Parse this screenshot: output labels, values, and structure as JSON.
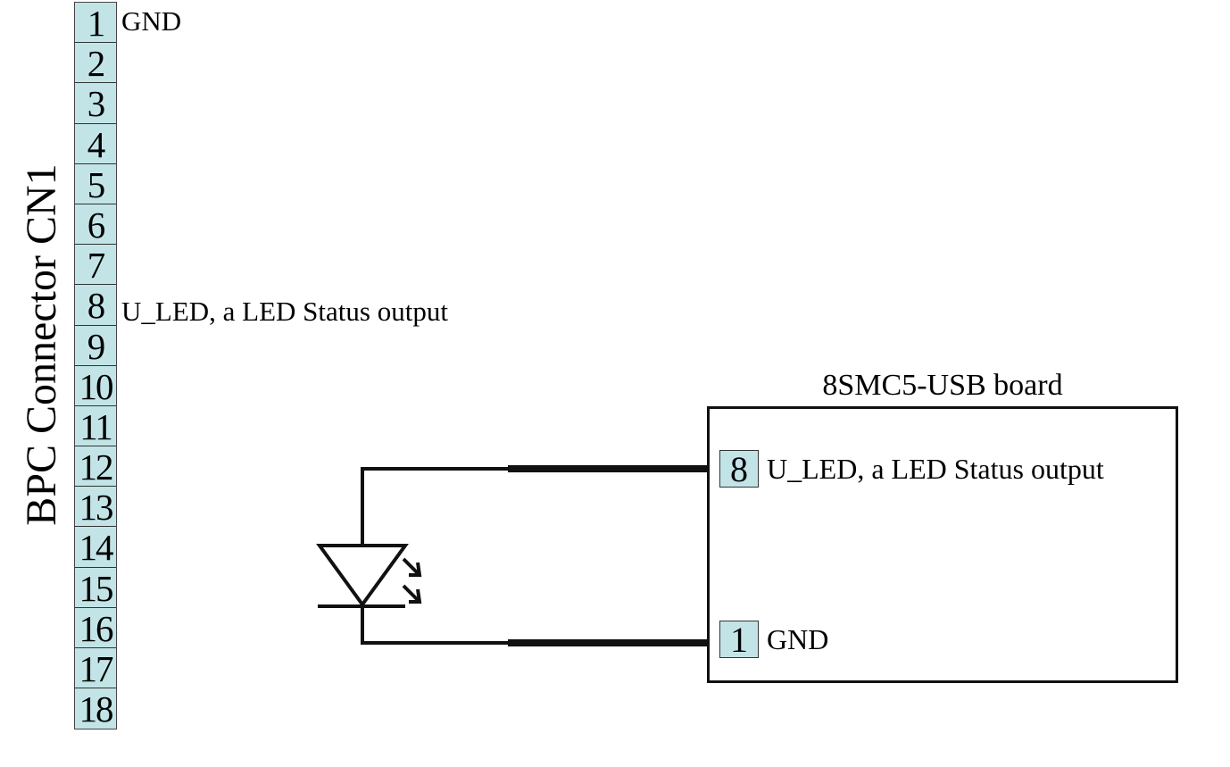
{
  "connector": {
    "title": "BPC Connector CN1",
    "pins": [
      "1",
      "2",
      "3",
      "4",
      "5",
      "6",
      "7",
      "8",
      "9",
      "10",
      "11",
      "12",
      "13",
      "14",
      "15",
      "16",
      "17",
      "18"
    ],
    "labels": {
      "pin1": "GND",
      "pin8": "U_LED, a LED Status output"
    }
  },
  "board": {
    "title": "8SMC5-USB board",
    "pins": [
      {
        "number": "8",
        "label": "U_LED, a LED Status output"
      },
      {
        "number": "1",
        "label": "GND"
      }
    ]
  },
  "component": {
    "type": "LED",
    "icon": "led-diode-icon"
  },
  "colors": {
    "pin_fill": "#c2e4e7",
    "line": "#111111",
    "background": "#ffffff"
  }
}
